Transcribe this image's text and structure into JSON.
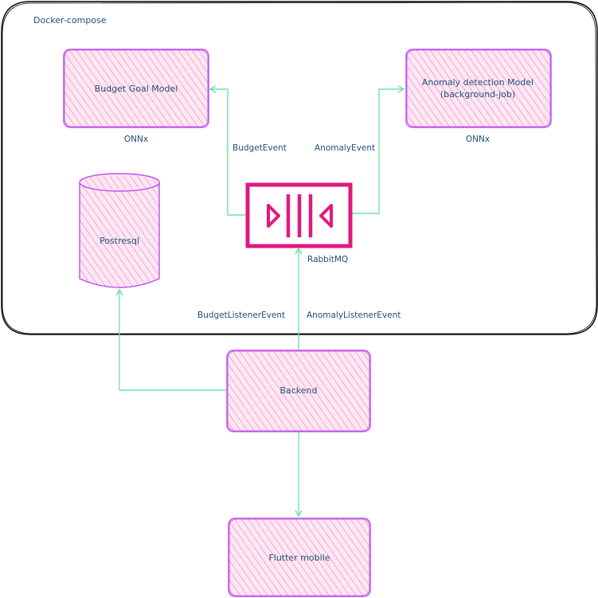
{
  "container": {
    "title": "Docker-compose"
  },
  "nodes": {
    "budget_model": {
      "label": "Budget Goal Model",
      "tag": "ONNx"
    },
    "anomaly_model": {
      "label_line1": "Anomaly detection Model",
      "label_line2": "(background-job)",
      "tag": "ONNx"
    },
    "postgres": {
      "label": "Postresql"
    },
    "rabbitmq": {
      "label": "RabbitMQ"
    },
    "backend": {
      "label": "Backend"
    },
    "flutter": {
      "label": "Flutter mobile"
    }
  },
  "edges": {
    "budget_event": "BudgetEvent",
    "anomaly_event": "AnomalyEvent",
    "budget_listener_event": "BudgetListenerEvent",
    "anomaly_listener_event": "AnomalyListenerEvent"
  },
  "colors": {
    "box_stroke": "#c04cf0",
    "box_fill_hatch": "#f28cc7",
    "box_fill_bg": "#fce6f1",
    "arrow": "#6fe3a0",
    "rabbit": "#e0197d",
    "text": "#1e4f7a",
    "container_stroke": "#000000"
  }
}
